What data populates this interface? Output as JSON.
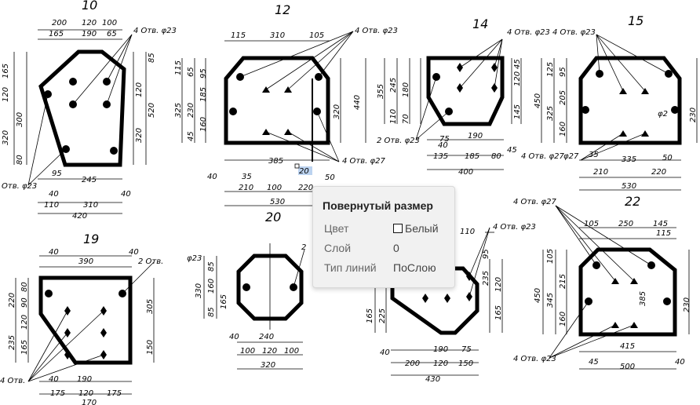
{
  "tooltip": {
    "title": "Повернутый размер",
    "rows": [
      {
        "label": "Цвет",
        "value": "Белый",
        "swatch": "#ffffff"
      },
      {
        "label": "Слой",
        "value": "0"
      },
      {
        "label": "Тип линий",
        "value": "ПоСлою"
      }
    ]
  },
  "sections": [
    {
      "id": "10",
      "title": "10",
      "notes": [
        "4 Отв. φ23",
        "Отв. φ23"
      ],
      "dims": [
        "200",
        "120",
        "100",
        "165",
        "190",
        "65",
        "85",
        "165",
        "120",
        "520",
        "320",
        "300",
        "80",
        "320",
        "120",
        "95",
        "245",
        "40",
        "110",
        "310",
        "420",
        "40"
      ]
    },
    {
      "id": "12",
      "title": "12",
      "notes": [
        "4 Отв. φ23",
        "4 Отв. φ27"
      ],
      "dims": [
        "115",
        "310",
        "105",
        "115",
        "65",
        "95",
        "185",
        "230",
        "325",
        "160",
        "45",
        "440",
        "320",
        "40",
        "35",
        "385",
        "20",
        "50",
        "210",
        "100",
        "220",
        "530"
      ]
    },
    {
      "id": "14",
      "title": "14",
      "notes": [
        "4 Отв. φ23",
        "2 Отв. φ23"
      ],
      "dims": [
        "355",
        "245",
        "180",
        "110",
        "70",
        "45",
        "120",
        "145",
        "75",
        "190",
        "40",
        "135",
        "185",
        "80",
        "45",
        "400",
        "φ23"
      ]
    },
    {
      "id": "15",
      "title": "15",
      "notes": [
        "4 Отв. φ23",
        "4 Отв. φ27"
      ],
      "dims": [
        "125",
        "95",
        "450",
        "325",
        "205",
        "160",
        "230",
        "35",
        "335",
        "50",
        "210",
        "220",
        "530",
        "φ2",
        "φ27"
      ]
    },
    {
      "id": "19",
      "title": "19",
      "notes": [
        "2 Отв.",
        "4 Отв."
      ],
      "dims": [
        "40",
        "390",
        "40",
        "220",
        "80",
        "90",
        "120",
        "235",
        "165",
        "305",
        "150",
        "40",
        "190",
        "175",
        "120",
        "175",
        "170"
      ]
    },
    {
      "id": "20",
      "title": "20",
      "notes": [
        "φ23",
        "2"
      ],
      "dims": [
        "330",
        "85",
        "160",
        "85",
        "165",
        "40",
        "240",
        "100",
        "120",
        "100",
        "320"
      ]
    },
    {
      "id": "21",
      "title": "",
      "notes": [
        "4 Отв. φ23"
      ],
      "dims": [
        "110",
        "95",
        "235",
        "120",
        "165",
        "225",
        "165",
        "190",
        "75",
        "200",
        "120",
        "150",
        "430",
        "40"
      ]
    },
    {
      "id": "22",
      "title": "22",
      "notes": [
        "4 Отв. φ27",
        "4 Отв. φ23"
      ],
      "dims": [
        "105",
        "250",
        "145",
        "115",
        "105",
        "450",
        "345",
        "215",
        "160",
        "385",
        "230",
        "415",
        "45",
        "500",
        "40"
      ]
    }
  ]
}
